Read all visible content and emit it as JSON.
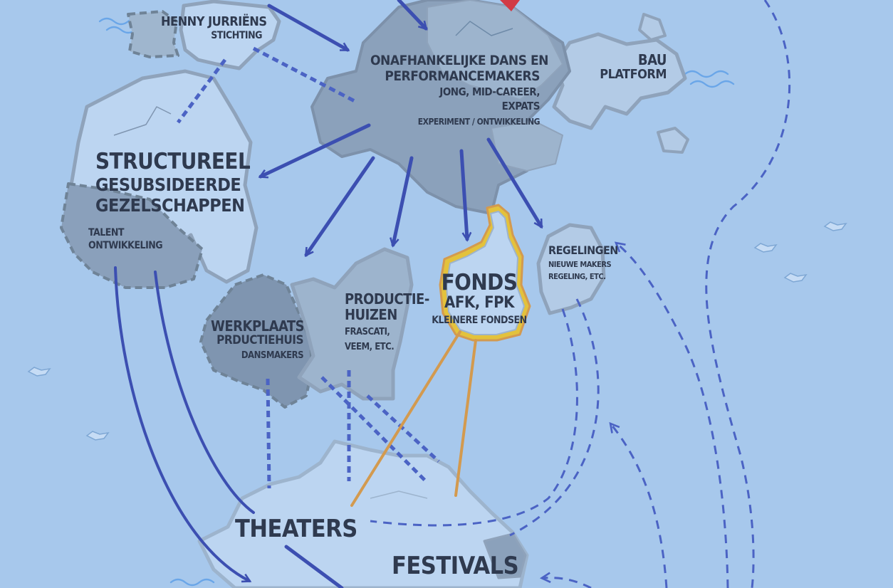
{
  "colors": {
    "sea": "#a7c8ec",
    "island_light": "#bcd5f1",
    "island_mid": "#9ab2cc",
    "island_dark": "#7f95b0",
    "coast": "#8fa3bb",
    "arrow_blue": "#3c4fb1",
    "dashed_blue": "#4b63c4",
    "orange": "#d39a4f",
    "highlight": "#e3c23c",
    "red_marker": "#d23a45",
    "text": "#2f3a4f"
  },
  "labels": {
    "henny_title": "HENNY JURRIËNS",
    "henny_sub": "STICHTING",
    "onafh_line1": "ONAFHANKELIJKE DANS EN",
    "onafh_line2": "PERFORMANCEMAKERS",
    "onafh_line3": "JONG, MID-CAREER,",
    "onafh_line4": "EXPATS",
    "onafh_line5": "EXPERIMENT / ONTWIKKELING",
    "bau_line1": "BAU",
    "bau_line2": "PLATFORM",
    "struct_line1": "STRUCTUREEL",
    "struct_line2": "GESUBSIDEERDE",
    "struct_line3": "GEZELSCHAPPEN",
    "talent_line1": "TALENT",
    "talent_line2": "ONTWIKKELING",
    "werk_line1": "WERKPLAATS",
    "werk_line2": "PRDUCTIEHUIS",
    "werk_line3": "DANSMAKERS",
    "prod_line1": "PRODUCTIE-",
    "prod_line2": "HUIZEN",
    "prod_line3": "FRASCATI,",
    "prod_line4": "VEEM, ETC.",
    "fonds_line1": "FONDS",
    "fonds_line2": "AFK, FPK",
    "fonds_line3": "KLEINERE FONDSEN",
    "reg_line1": "REGELINGEN",
    "reg_line2": "NIEUWE MAKERS",
    "reg_line3": "REGELING, ETC.",
    "theaters": "THEATERS",
    "festivals": "FESTIVALS"
  }
}
